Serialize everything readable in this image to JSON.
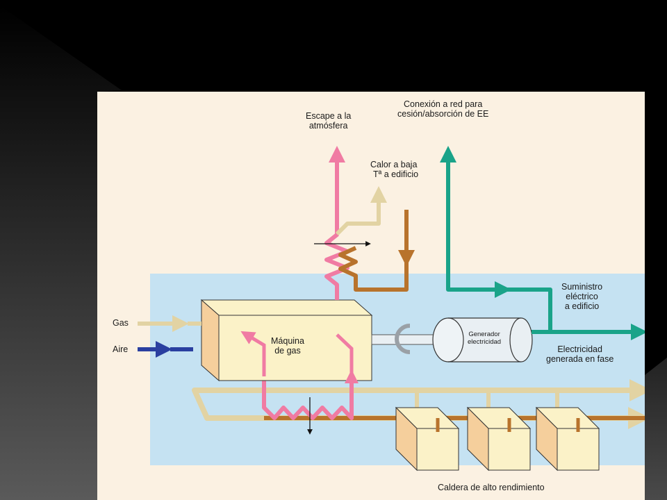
{
  "slide": {
    "background_color": "#000000",
    "gradient_color": "#555555"
  },
  "diagram": {
    "colors": {
      "panel": "#fbf1e2",
      "system_area": "#c5e2f2",
      "exhaust_pink": "#f07ba3",
      "heat_brown": "#b8732c",
      "gas_beige": "#e2d3a3",
      "air_blue": "#2a3fa0",
      "electric_teal": "#1aa389",
      "box_face": "#fbf2c8",
      "box_side": "#f5cf9c"
    },
    "labels": {
      "escape_line1": "Escape a la",
      "escape_line2": "atmósfera",
      "conexion_line1": "Conexión a red para",
      "conexion_line2": "cesión/absorción de EE",
      "calor_line1": "Calor a baja",
      "calor_line2": "Tª a edificio",
      "suministro_line1": "Suministro",
      "suministro_line2": "eléctrico",
      "suministro_line3": "a edificio",
      "gas": "Gas",
      "aire": "Aire",
      "maquina_line1": "Máquina",
      "maquina_line2": "de gas",
      "generador_line1": "Generador",
      "generador_line2": "electricidad",
      "electricidad_line1": "Electricidad",
      "electricidad_line2": "generada en fase",
      "caldera": "Caldera de alto rendimiento"
    }
  }
}
